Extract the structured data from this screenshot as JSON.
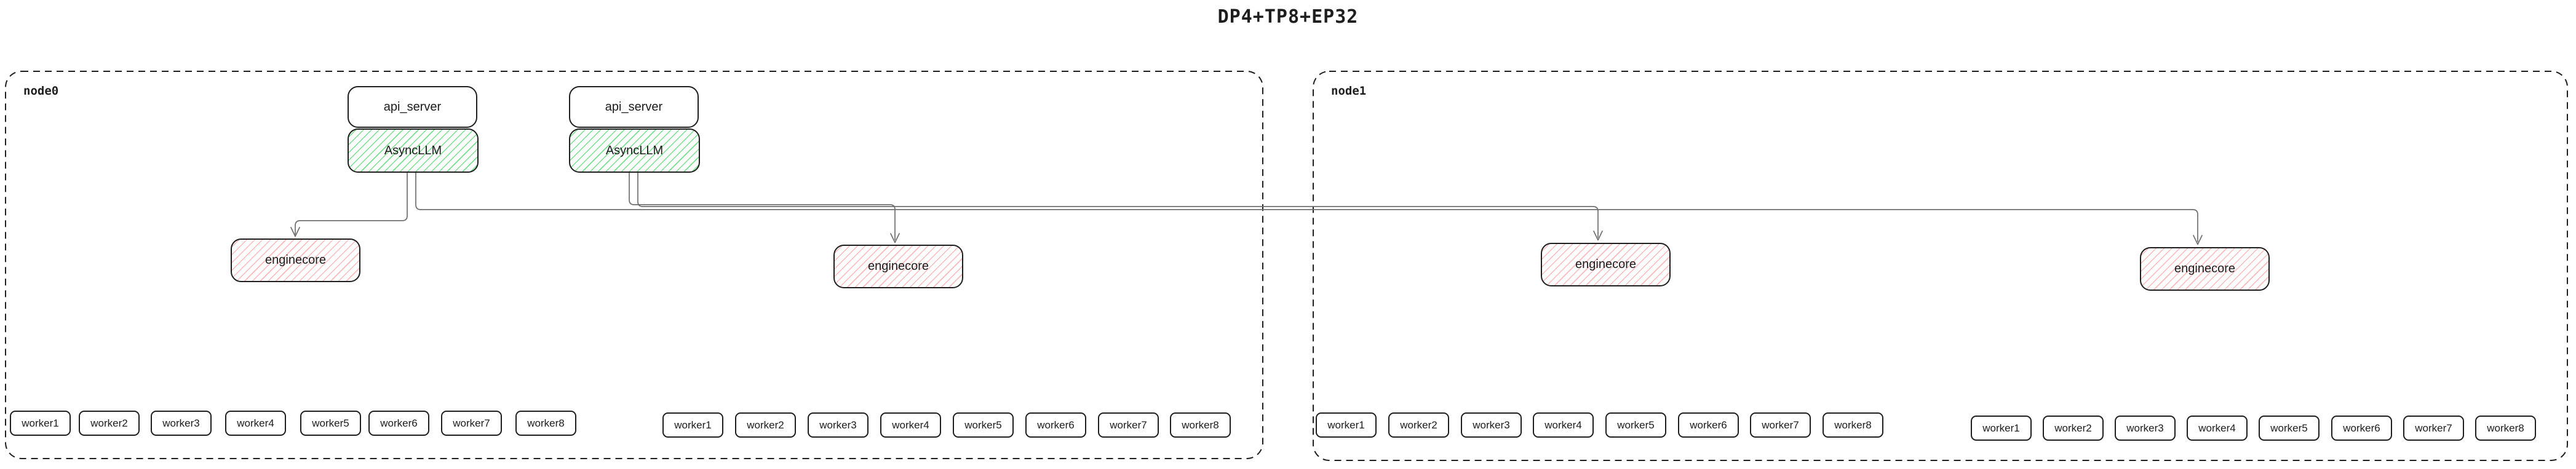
{
  "title": "DP4+TP8+EP32",
  "colors": {
    "background": "#ffffff",
    "box_border": "#1e1e1e",
    "async_llm_hatch": "#79df8d",
    "enginecore_hatch": "#ffb9b9",
    "connector": "#6e6e6e",
    "node_border": "#1e1e1e",
    "text": "#1e1e1e"
  },
  "nodes": [
    {
      "label": "node0",
      "servers": [
        {
          "api_label": "api_server",
          "async_label": "AsyncLLM"
        },
        {
          "api_label": "api_server",
          "async_label": "AsyncLLM"
        }
      ],
      "enginecores": [
        "enginecore",
        "enginecore"
      ],
      "worker_groups": [
        [
          "worker1",
          "worker2",
          "worker3",
          "worker4",
          "worker5",
          "worker6",
          "worker7",
          "worker8"
        ],
        [
          "worker1",
          "worker2",
          "worker3",
          "worker4",
          "worker5",
          "worker6",
          "worker7",
          "worker8"
        ]
      ]
    },
    {
      "label": "node1",
      "servers": [],
      "enginecores": [
        "enginecore",
        "enginecore"
      ],
      "worker_groups": [
        [
          "worker1",
          "worker2",
          "worker3",
          "worker4",
          "worker5",
          "worker6",
          "worker7",
          "worker8"
        ],
        [
          "worker1",
          "worker2",
          "worker3",
          "worker4",
          "worker5",
          "worker6",
          "worker7",
          "worker8"
        ]
      ]
    }
  ]
}
